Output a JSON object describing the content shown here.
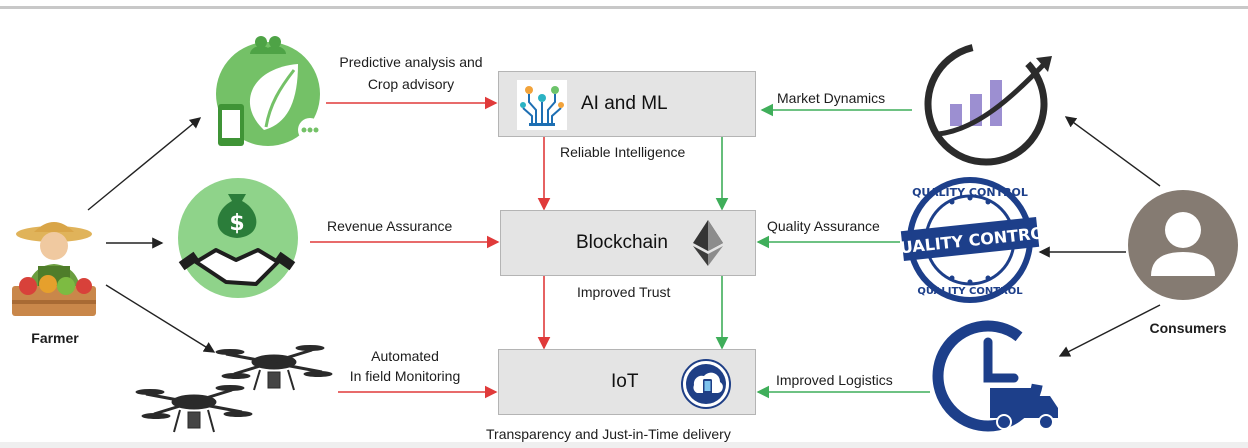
{
  "nodes": {
    "ai_ml": "AI and ML",
    "blockchain": "Blockchain",
    "iot": "IoT",
    "farmer": "Farmer",
    "consumers": "Consumers"
  },
  "edges": {
    "predictive_line1": "Predictive analysis and",
    "predictive_line2": "Crop advisory",
    "revenue": "Revenue Assurance",
    "automated_line1": "Automated",
    "automated_line2": "In field Monitoring",
    "market": "Market Dynamics",
    "quality": "Quality Assurance",
    "logistics": "Improved Logistics",
    "reliable": "Reliable Intelligence",
    "trust": "Improved Trust",
    "transparency": "Transparency and Just-in-Time delivery"
  },
  "badges": {
    "quality_ring_top": "QUALITY CONTROL",
    "quality_band": "QUALITY CONTROL",
    "quality_ring_bottom": "QUALITY CONTROL"
  },
  "icons": [
    "leaf-phone-icon",
    "money-handshake-icon",
    "drone-icon",
    "farmer-icon",
    "ai-ml-icon",
    "ethereum-icon",
    "iot-icon",
    "growth-chart-icon",
    "quality-control-seal-icon",
    "clock-truck-icon",
    "consumer-avatar-icon"
  ],
  "colors": {
    "red_arrow": "#e03a3a",
    "green_arrow": "#3fae5a",
    "box_fill": "#e4e4e4",
    "green_icon": "#74c167",
    "navy": "#1d3f8a",
    "purple": "#9c8fd1"
  }
}
